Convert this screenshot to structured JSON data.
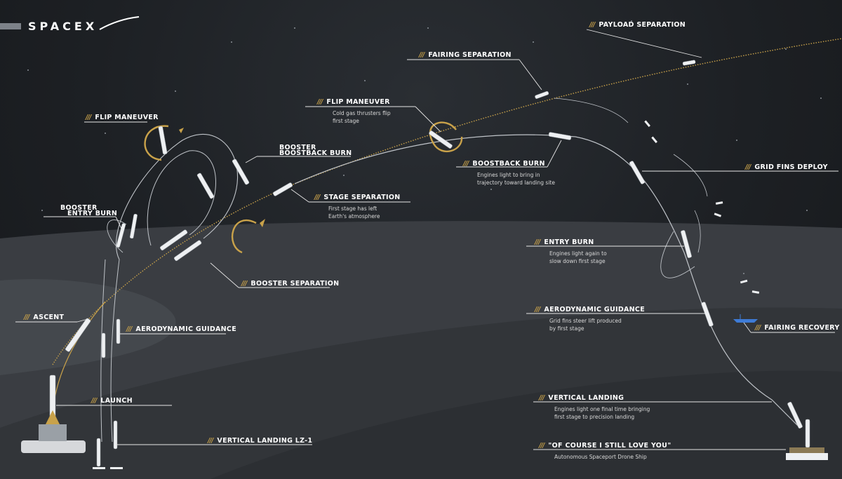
{
  "brand": {
    "logo_text": "SPACEX"
  },
  "colors": {
    "accent": "#c9a24a",
    "trajectory": "#c9a24a",
    "booster_path": "#bfc3c8",
    "text": "#ffffff"
  },
  "labels": {
    "payload_separation": {
      "title": "PAYLOAD SEPARATION"
    },
    "fairing_separation": {
      "title": "FAIRING SEPARATION"
    },
    "flip_maneuver_center": {
      "title": "FLIP MANEUVER",
      "desc1": "Cold gas thrusters flip",
      "desc2": "first stage"
    },
    "flip_maneuver_left": {
      "title": "FLIP MANEUVER"
    },
    "booster_boostback": {
      "title1": "BOOSTER",
      "title2": "BOOSTBACK BURN"
    },
    "stage_separation": {
      "title": "STAGE SEPARATION",
      "desc1": "First stage has left",
      "desc2": "Earth's atmosphere"
    },
    "boostback_burn": {
      "title": "BOOSTBACK BURN",
      "desc1": "Engines light to bring in",
      "desc2": "trajectory toward landing site"
    },
    "grid_fins_deploy": {
      "title": "GRID FINS DEPLOY"
    },
    "booster_entry": {
      "title1": "BOOSTER",
      "title2": "ENTRY BURN"
    },
    "entry_burn": {
      "title": "ENTRY BURN",
      "desc1": "Engines light again to",
      "desc2": "slow down first stage"
    },
    "booster_separation": {
      "title": "BOOSTER SEPARATION"
    },
    "aero_guidance_right": {
      "title": "AERODYNAMIC GUIDANCE",
      "desc1": "Grid fins steer lift produced",
      "desc2": "by first stage"
    },
    "fairing_recovery": {
      "title": "FAIRING RECOVERY"
    },
    "ascent": {
      "title": "ASCENT"
    },
    "aero_guidance_left": {
      "title": "AERODYNAMIC GUIDANCE"
    },
    "vertical_landing": {
      "title": "VERTICAL LANDING",
      "desc1": "Engines light one final time bringing",
      "desc2": "first stage to precision landing"
    },
    "launch": {
      "title": "LAUNCH"
    },
    "vertical_landing_lz1": {
      "title": "VERTICAL LANDING  LZ-1"
    },
    "drone_ship": {
      "title": "\"OF COURSE I STILL LOVE YOU\"",
      "desc1": "Autonomous Spaceport Drone Ship"
    }
  }
}
